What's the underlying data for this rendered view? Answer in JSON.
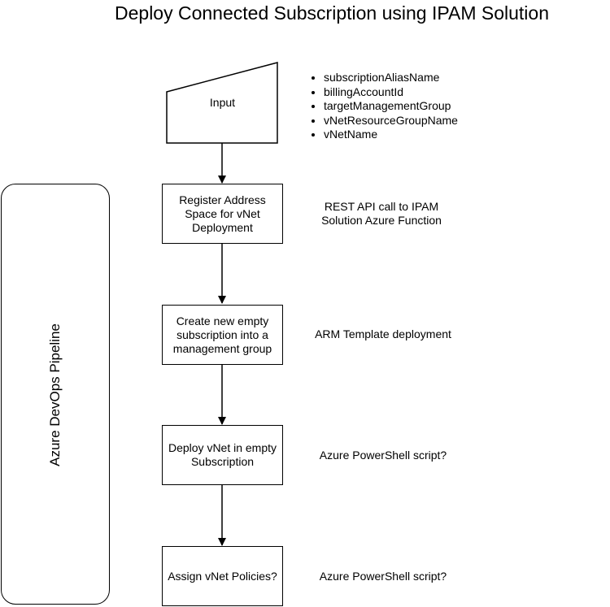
{
  "title": "Deploy Connected Subscription using IPAM Solution",
  "pipeline": {
    "label": "Azure DevOps Pipeline"
  },
  "input": {
    "label": "Input",
    "parameters": [
      "subscriptionAliasName",
      "billingAccountId",
      "targetManagementGroup",
      "vNetResourceGroupName",
      "vNetName"
    ]
  },
  "steps": [
    {
      "label": "Register Address Space for vNet Deployment",
      "note": "REST API call to IPAM Solution Azure Function"
    },
    {
      "label": "Create new empty subscription into a management group",
      "note": "ARM Template deployment"
    },
    {
      "label": "Deploy vNet in empty Subscription",
      "note": "Azure PowerShell script?"
    },
    {
      "label": "Assign vNet Policies?",
      "note": "Azure PowerShell script?"
    }
  ]
}
